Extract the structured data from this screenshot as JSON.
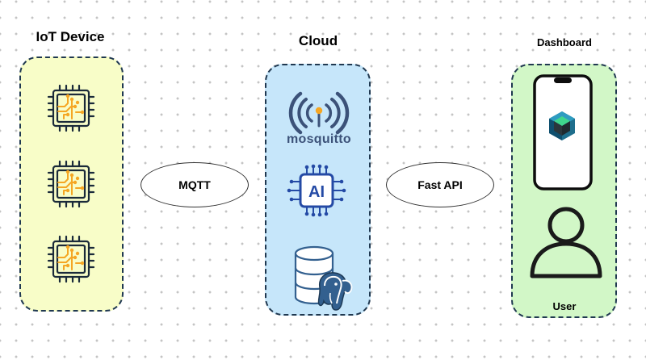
{
  "sections": {
    "iot": {
      "title": "IoT Device"
    },
    "cloud": {
      "title": "Cloud"
    },
    "dashboard": {
      "title": "Dashboard",
      "user_label": "User"
    }
  },
  "connectors": {
    "mqtt": "MQTT",
    "fastapi": "Fast API"
  },
  "logos": {
    "mosquitto_text": "mosquitto",
    "ai_text": "AI"
  },
  "colors": {
    "iot_panel": "#f8fdc8",
    "cloud_panel": "#c6e6fa",
    "dashboard_panel": "#d2f7c7",
    "panel_border": "#1f3850",
    "chip_accent": "#f5a623",
    "mosquitto_navy": "#3c5279",
    "ai_blue": "#244aa5",
    "postgres_blue": "#33608f"
  }
}
